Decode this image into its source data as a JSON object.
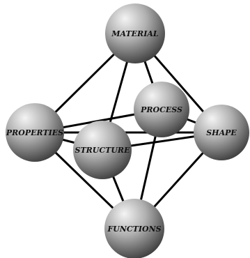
{
  "nodes": {
    "material": {
      "label": "MATERIAL"
    },
    "process": {
      "label": "PROCESS"
    },
    "properties": {
      "label": "PROPERTIES"
    },
    "structure": {
      "label": "STRUCTURE"
    },
    "shape": {
      "label": "SHAPE"
    },
    "functions": {
      "label": "FUNCTIONS"
    }
  },
  "edges": [
    [
      "material",
      "properties"
    ],
    [
      "material",
      "structure"
    ],
    [
      "material",
      "process"
    ],
    [
      "material",
      "shape"
    ],
    [
      "properties",
      "process"
    ],
    [
      "properties",
      "structure"
    ],
    [
      "properties",
      "shape"
    ],
    [
      "properties",
      "functions"
    ],
    [
      "structure",
      "shape"
    ],
    [
      "structure",
      "functions"
    ],
    [
      "process",
      "shape"
    ],
    [
      "process",
      "functions"
    ],
    [
      "shape",
      "functions"
    ]
  ],
  "colors": {
    "sphere_highlight": "#f4f4f4",
    "sphere_mid": "#b0b0b0",
    "sphere_shadow": "#3a3a3a",
    "line": "#000000"
  }
}
